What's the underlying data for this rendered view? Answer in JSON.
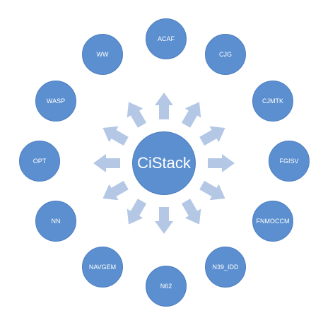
{
  "center": {
    "label": "CiStack"
  },
  "nodes": [
    {
      "id": "acaf",
      "label": "ACAF"
    },
    {
      "id": "cjg",
      "label": "CJG"
    },
    {
      "id": "cjmtk",
      "label": "CJMTK"
    },
    {
      "id": "fgisv",
      "label": "FGISV"
    },
    {
      "id": "fnmoccm",
      "label": "FNMOCCM"
    },
    {
      "id": "n39-idd",
      "label": "N39_IDD"
    },
    {
      "id": "n62",
      "label": "N62"
    },
    {
      "id": "navgem",
      "label": "NAVGEM"
    },
    {
      "id": "nn",
      "label": "NN"
    },
    {
      "id": "opt",
      "label": "OPT"
    },
    {
      "id": "wasp",
      "label": "WASP"
    },
    {
      "id": "ww",
      "label": "WW"
    }
  ],
  "colors": {
    "node_fill": "#5b8fcf",
    "node_border": "#4f7fc0",
    "arrow_fill": "#b4c8e6",
    "label_text": "#ffffff"
  }
}
